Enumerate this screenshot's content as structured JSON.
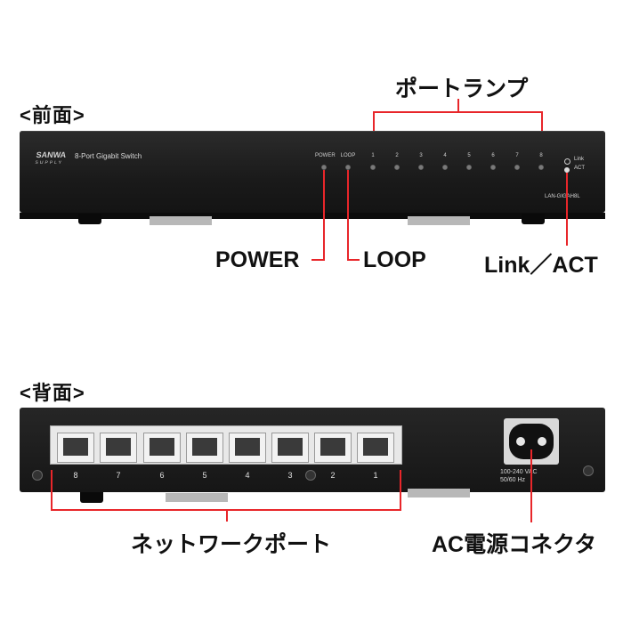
{
  "front": {
    "section_title": "<前面>",
    "port_lamp_label": "ポートランプ",
    "brand_logo": "SANWA",
    "brand_sub": "SUPPLY",
    "product_name": "8-Port Gigabit Switch",
    "led_power_label": "POWER",
    "led_loop_label": "LOOP",
    "port_led_numbers": [
      "1",
      "2",
      "3",
      "4",
      "5",
      "6",
      "7",
      "8"
    ],
    "link_legend": "Link",
    "act_legend": "ACT",
    "model": "LAN-GIGAH8L",
    "callout_power": "POWER",
    "callout_loop": "LOOP",
    "callout_link_act": "Link／ACT"
  },
  "back": {
    "section_title": "<背面>",
    "port_numbers": [
      "8",
      "7",
      "6",
      "5",
      "4",
      "3",
      "2",
      "1"
    ],
    "power_spec_line1": "100-240 VAC",
    "power_spec_line2": "50/60 Hz",
    "callout_network_ports": "ネットワークポート",
    "callout_ac_connector": "AC電源コネクタ"
  },
  "colors": {
    "callout_line": "#e8262a",
    "chassis": "#1c1c1c"
  }
}
